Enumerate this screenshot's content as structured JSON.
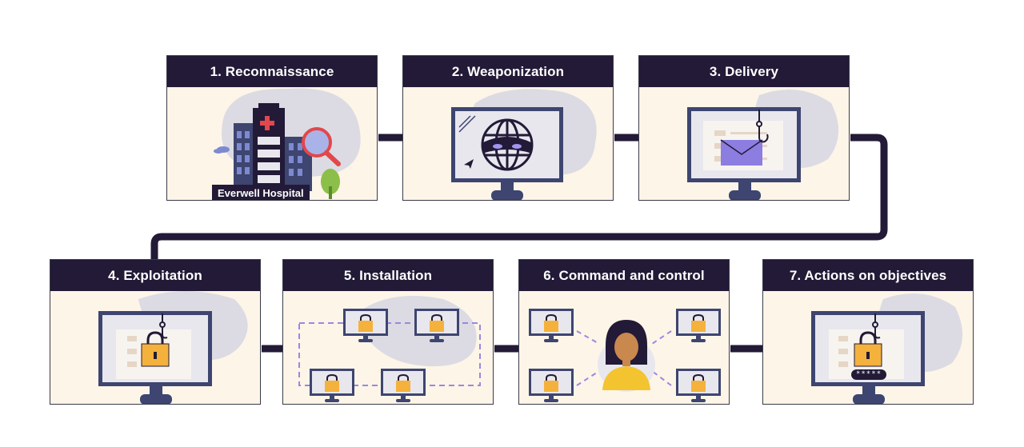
{
  "stages": [
    {
      "number": "1",
      "title": "1. Reconnaissance",
      "icon": "hospital-search-icon",
      "label": "Everwell Hospital"
    },
    {
      "number": "2",
      "title": "2. Weaponization",
      "icon": "masked-globe-icon"
    },
    {
      "number": "3",
      "title": "3. Delivery",
      "icon": "phishing-email-icon"
    },
    {
      "number": "4",
      "title": "4. Exploitation",
      "icon": "hooked-padlock-icon"
    },
    {
      "number": "5",
      "title": "5. Installation",
      "icon": "locked-network-icon"
    },
    {
      "number": "6",
      "title": "6. Command and control",
      "icon": "attacker-controls-computers-icon"
    },
    {
      "number": "7",
      "title": "7. Actions on objectives",
      "icon": "password-theft-icon",
      "password_mask": "*****"
    }
  ],
  "colors": {
    "header": "#221a36",
    "card_background": "#fdf5e8",
    "connector": "#221a36",
    "monitor": "#3d4570",
    "screen": "#e8e7ee",
    "blob": "#dcdbe3",
    "padlock": "#f4b23c",
    "envelope": "#8c7de0",
    "accent_red": "#e2474b",
    "network_dash": "#9a88e0"
  }
}
